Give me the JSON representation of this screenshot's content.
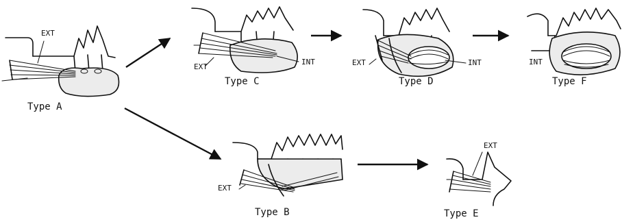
{
  "diagram": {
    "panels": [
      {
        "id": "A",
        "caption": "Type A",
        "labels": [
          "EXT"
        ]
      },
      {
        "id": "C",
        "caption": "Type C",
        "labels": [
          "EXT",
          "INT"
        ]
      },
      {
        "id": "D",
        "caption": "Type D",
        "labels": [
          "EXT",
          "INT"
        ]
      },
      {
        "id": "F",
        "caption": "Type F",
        "labels": [
          "INT"
        ]
      },
      {
        "id": "B",
        "caption": "Type B",
        "labels": [
          "EXT"
        ]
      },
      {
        "id": "E",
        "caption": "Type E",
        "labels": [
          "EXT"
        ]
      }
    ],
    "arrows": [
      {
        "from": "A",
        "to": "C"
      },
      {
        "from": "C",
        "to": "D"
      },
      {
        "from": "D",
        "to": "F"
      },
      {
        "from": "A",
        "to": "B"
      },
      {
        "from": "B",
        "to": "E"
      }
    ]
  }
}
